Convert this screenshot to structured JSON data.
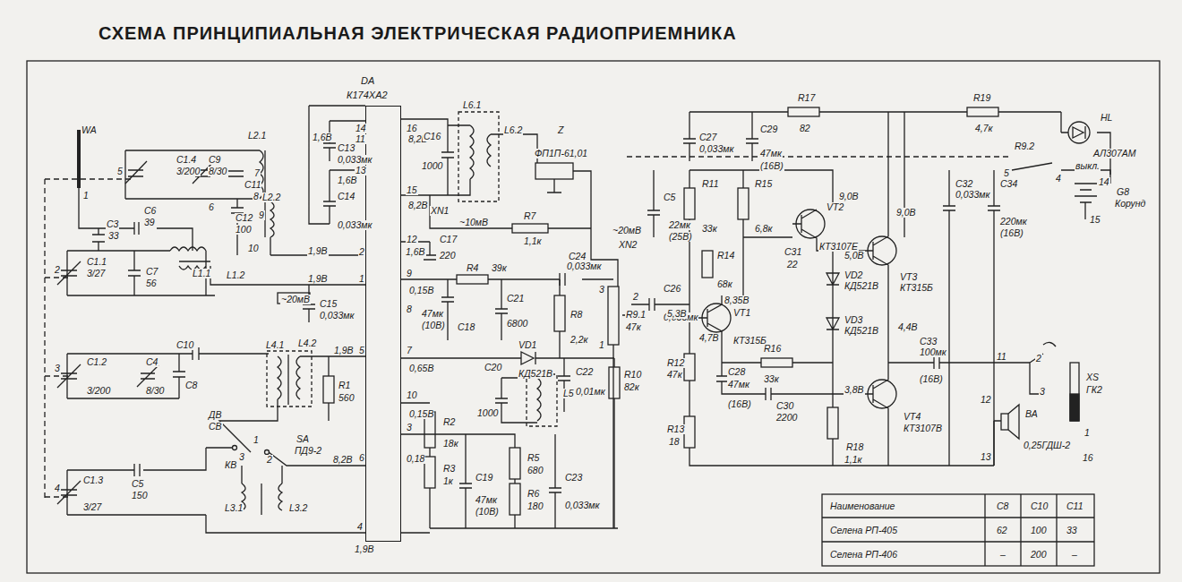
{
  "diagram": {
    "title": "СХЕМА ПРИНЦИПИАЛЬНАЯ ЭЛЕКТРИЧЕСКАЯ РАДИОПРИЕМНИКА",
    "nodes": [
      {
        "text": [
          "DA",
          "К174ХА2"
        ]
      }
    ],
    "labels": [
      "WA",
      "5",
      "C1.4",
      "3/200",
      "C9",
      "8/30",
      "L2.1",
      "7",
      "C11",
      "8",
      "1",
      "6",
      "L2.2",
      "9",
      "C12",
      "100",
      "10",
      "C6",
      "39",
      "C3",
      "33",
      "L1.1",
      "C1.1",
      "3/27",
      "2",
      "C7",
      "56",
      "L1.2",
      "1,9В",
      "2",
      "1,9В",
      "1",
      "~20мВ",
      "C15",
      "0,033мк",
      "C10",
      "L4.1",
      "L4.2",
      "1,9В",
      "5",
      "3",
      "C1.2",
      "3/200",
      "C4",
      "8/30",
      "C8",
      "R1",
      "560",
      "ДВ",
      "СВ",
      "1",
      "3",
      "КВ",
      "2",
      "SA",
      "ПД9-2",
      "6",
      "8,2В",
      "4",
      "C1.3",
      "3/27",
      "C5",
      "150",
      "L3.1",
      "L3.2",
      "4",
      "1,9В",
      "14",
      "1,6В",
      "11",
      "C13",
      "0,033мк",
      "1,6В",
      "13",
      "C14",
      "0,033мк",
      "16",
      "8,2В",
      "15",
      "8,2В",
      "12",
      "1,6В",
      "9",
      "0,15В",
      "8",
      "7",
      "0,65В",
      "10",
      "0,15В",
      "3",
      "0,18",
      "C16",
      "1000",
      "L6.1",
      "L6.2",
      "Z",
      "ФП1П-61,01",
      "XN1",
      "~10мВ",
      "R7",
      "1,1к",
      "C17",
      "220",
      "~20мВ",
      "XN2",
      "C24",
      "0,033мк",
      "R4",
      "39к",
      "C18",
      "47мк",
      "(10В)",
      "C21",
      "6800",
      "R8",
      "2,2к",
      "VD1",
      "КД521В",
      "L5",
      "C20",
      "1000",
      "C22",
      "0,01мк",
      "R10",
      "82к",
      "R2",
      "18к",
      "R3",
      "1к",
      "C19",
      "47мк",
      "(10В)",
      "R5",
      "680",
      "R6",
      "180",
      "C23",
      "0,033мк",
      "3",
      "R9.1",
      "47к",
      "1",
      "2",
      "C26",
      "0,033мк",
      "5,3В",
      "C27",
      "0,033мк",
      "C29",
      "47мк",
      "(16В)",
      "R17",
      "82",
      "R19",
      "4,7к",
      "HL",
      "АЛ307АМ",
      "R9.2",
      "5",
      "4",
      "выкл.",
      "C5",
      "22мк",
      "(25В)",
      "R11",
      "33к",
      "R15",
      "6,8к",
      "9,0В",
      "VT2",
      "КТ3107Е",
      "9,0В",
      "C32",
      "0,033мк",
      "C34",
      "220мк",
      "(16В)",
      "14",
      "G8",
      "Корунд",
      "15",
      "C31",
      "22",
      "5,0В",
      "VT3",
      "КТ315Б",
      "VD2",
      "КД521В",
      "R14",
      "68к",
      "8,35В",
      "VT1",
      "КТ315Б",
      "4,4В",
      "VD3",
      "КД521В",
      "4,7В",
      "R12",
      "47к",
      "R16",
      "33к",
      "C33",
      "100мк",
      "(16В)",
      "11",
      "2",
      "3",
      "XS",
      "ГК2",
      "1",
      "16",
      "C28",
      "47мк",
      "(16В)",
      "C30",
      "2200",
      "3,8В",
      "VT4",
      "КТ3107В",
      "12",
      "13",
      "ВА",
      "0,25ГДШ-2",
      "R18",
      "1,1к",
      "R13",
      "18",
      "Наименование",
      "C8",
      "C10",
      "C11",
      "Селена РП-405",
      "62",
      "100",
      "33",
      "Селена РП-406",
      "–",
      "200",
      "–"
    ]
  }
}
